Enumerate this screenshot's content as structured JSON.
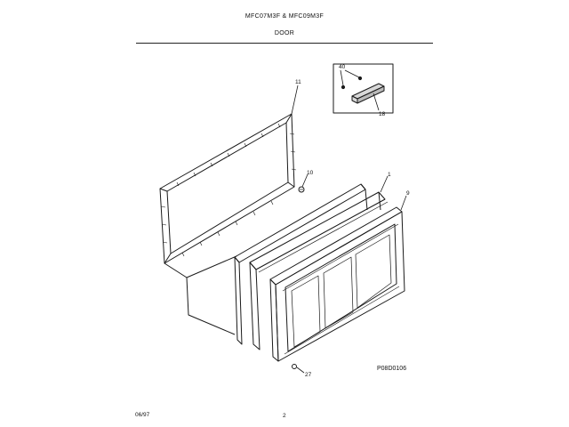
{
  "header": {
    "model": "MFC07M3F & MFC09M3F",
    "section": "DOOR"
  },
  "callouts": {
    "c11": "11",
    "c10": "10",
    "c1": "1",
    "c9": "9",
    "c40": "40",
    "c18": "18",
    "c27": "27"
  },
  "footer": {
    "figure_code": "P08D0106",
    "date": "06/97",
    "page": "2"
  }
}
